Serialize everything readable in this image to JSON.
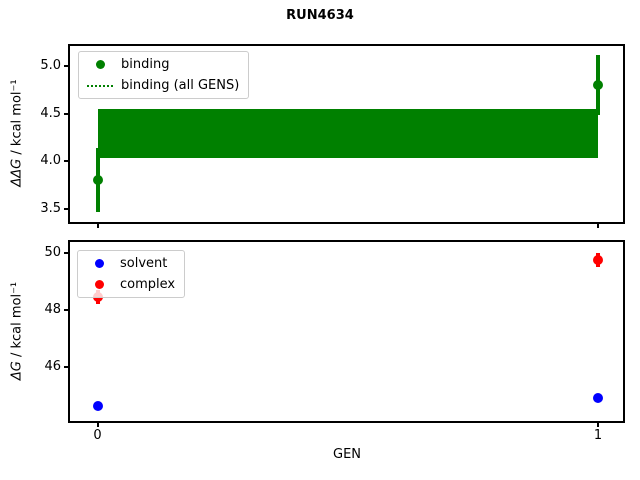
{
  "figure": {
    "title": "RUN4634",
    "xlabel": "GEN"
  },
  "colors": {
    "binding": "#008000",
    "solvent": "#0000ff",
    "complex": "#ff0000",
    "spine": "#000000",
    "legend_border": "#cccccc"
  },
  "top_plot": {
    "ylabel_math": "ΔΔG",
    "ylabel_rest": " / kcal mol⁻¹",
    "legend": [
      {
        "label": "binding",
        "marker": "circle",
        "color": "#008000"
      },
      {
        "label": "binding (all GENS)",
        "marker": "dotted-line",
        "color": "#008000"
      }
    ]
  },
  "bottom_plot": {
    "ylabel_math": "ΔG",
    "ylabel_rest": " / kcal mol⁻¹",
    "legend": [
      {
        "label": "solvent",
        "marker": "circle",
        "color": "#0000ff"
      },
      {
        "label": "complex",
        "marker": "circle",
        "color": "#ff0000"
      }
    ]
  },
  "chart_data": [
    {
      "type": "scatter",
      "title": "RUN4634",
      "xlabel": "",
      "ylabel": "ΔΔG / kcal mol⁻¹",
      "xlim": [
        -0.055,
        1.05
      ],
      "ylim": [
        3.36,
        5.21
      ],
      "grid": false,
      "legend_position": "upper left",
      "yticks": [
        {
          "v": 5.0,
          "label": "5.0"
        },
        {
          "v": 4.5,
          "label": "4.5"
        },
        {
          "v": 4.0,
          "label": "4.0"
        },
        {
          "v": 3.5,
          "label": "3.5"
        }
      ],
      "xticks": [
        {
          "v": 0,
          "label": ""
        },
        {
          "v": 1,
          "label": ""
        }
      ],
      "series": [
        {
          "name": "binding",
          "color": "#008000",
          "marker": "circle",
          "x": [
            0,
            1
          ],
          "y": [
            3.8,
            4.8
          ],
          "yerr": [
            0.34,
            0.32
          ]
        },
        {
          "name": "binding (all GENS)",
          "color": "#008000",
          "style": "band",
          "y_center": 4.29,
          "y_low": 4.03,
          "y_high": 4.55,
          "x_span": [
            0,
            1
          ]
        }
      ]
    },
    {
      "type": "scatter",
      "title": "",
      "xlabel": "GEN",
      "ylabel": "ΔG / kcal mol⁻¹",
      "xlim": [
        -0.055,
        1.05
      ],
      "ylim": [
        44.09,
        50.38
      ],
      "grid": false,
      "legend_position": "upper left",
      "yticks": [
        {
          "v": 50,
          "label": "50"
        },
        {
          "v": 48,
          "label": "48"
        },
        {
          "v": 46,
          "label": "46"
        }
      ],
      "xticks": [
        {
          "v": 0,
          "label": "0"
        },
        {
          "v": 1,
          "label": "1"
        }
      ],
      "series": [
        {
          "name": "solvent",
          "color": "#0000ff",
          "marker": "circle",
          "x": [
            0,
            1
          ],
          "y": [
            44.6,
            44.9
          ],
          "yerr": [
            0.05,
            0.05
          ]
        },
        {
          "name": "complex",
          "color": "#ff0000",
          "marker": "circle",
          "x": [
            0,
            1
          ],
          "y": [
            48.45,
            49.75
          ],
          "yerr": [
            0.25,
            0.25
          ]
        }
      ]
    }
  ]
}
